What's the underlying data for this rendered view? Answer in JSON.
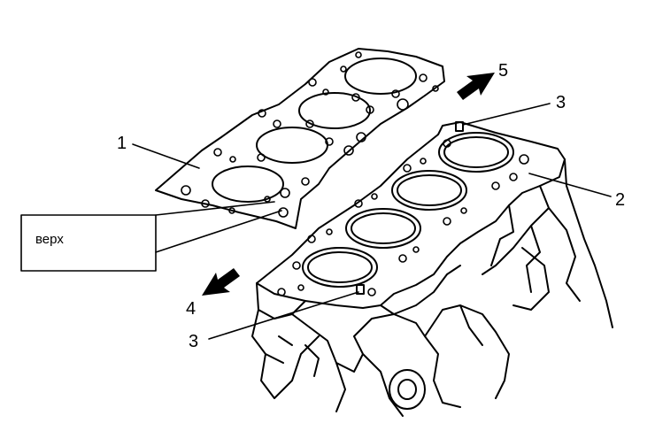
{
  "diagram": {
    "callouts": {
      "one": "1",
      "two": "2",
      "three_top": "3",
      "three_bottom": "3",
      "four": "4",
      "five": "5"
    },
    "top_marker_label": "верх"
  }
}
